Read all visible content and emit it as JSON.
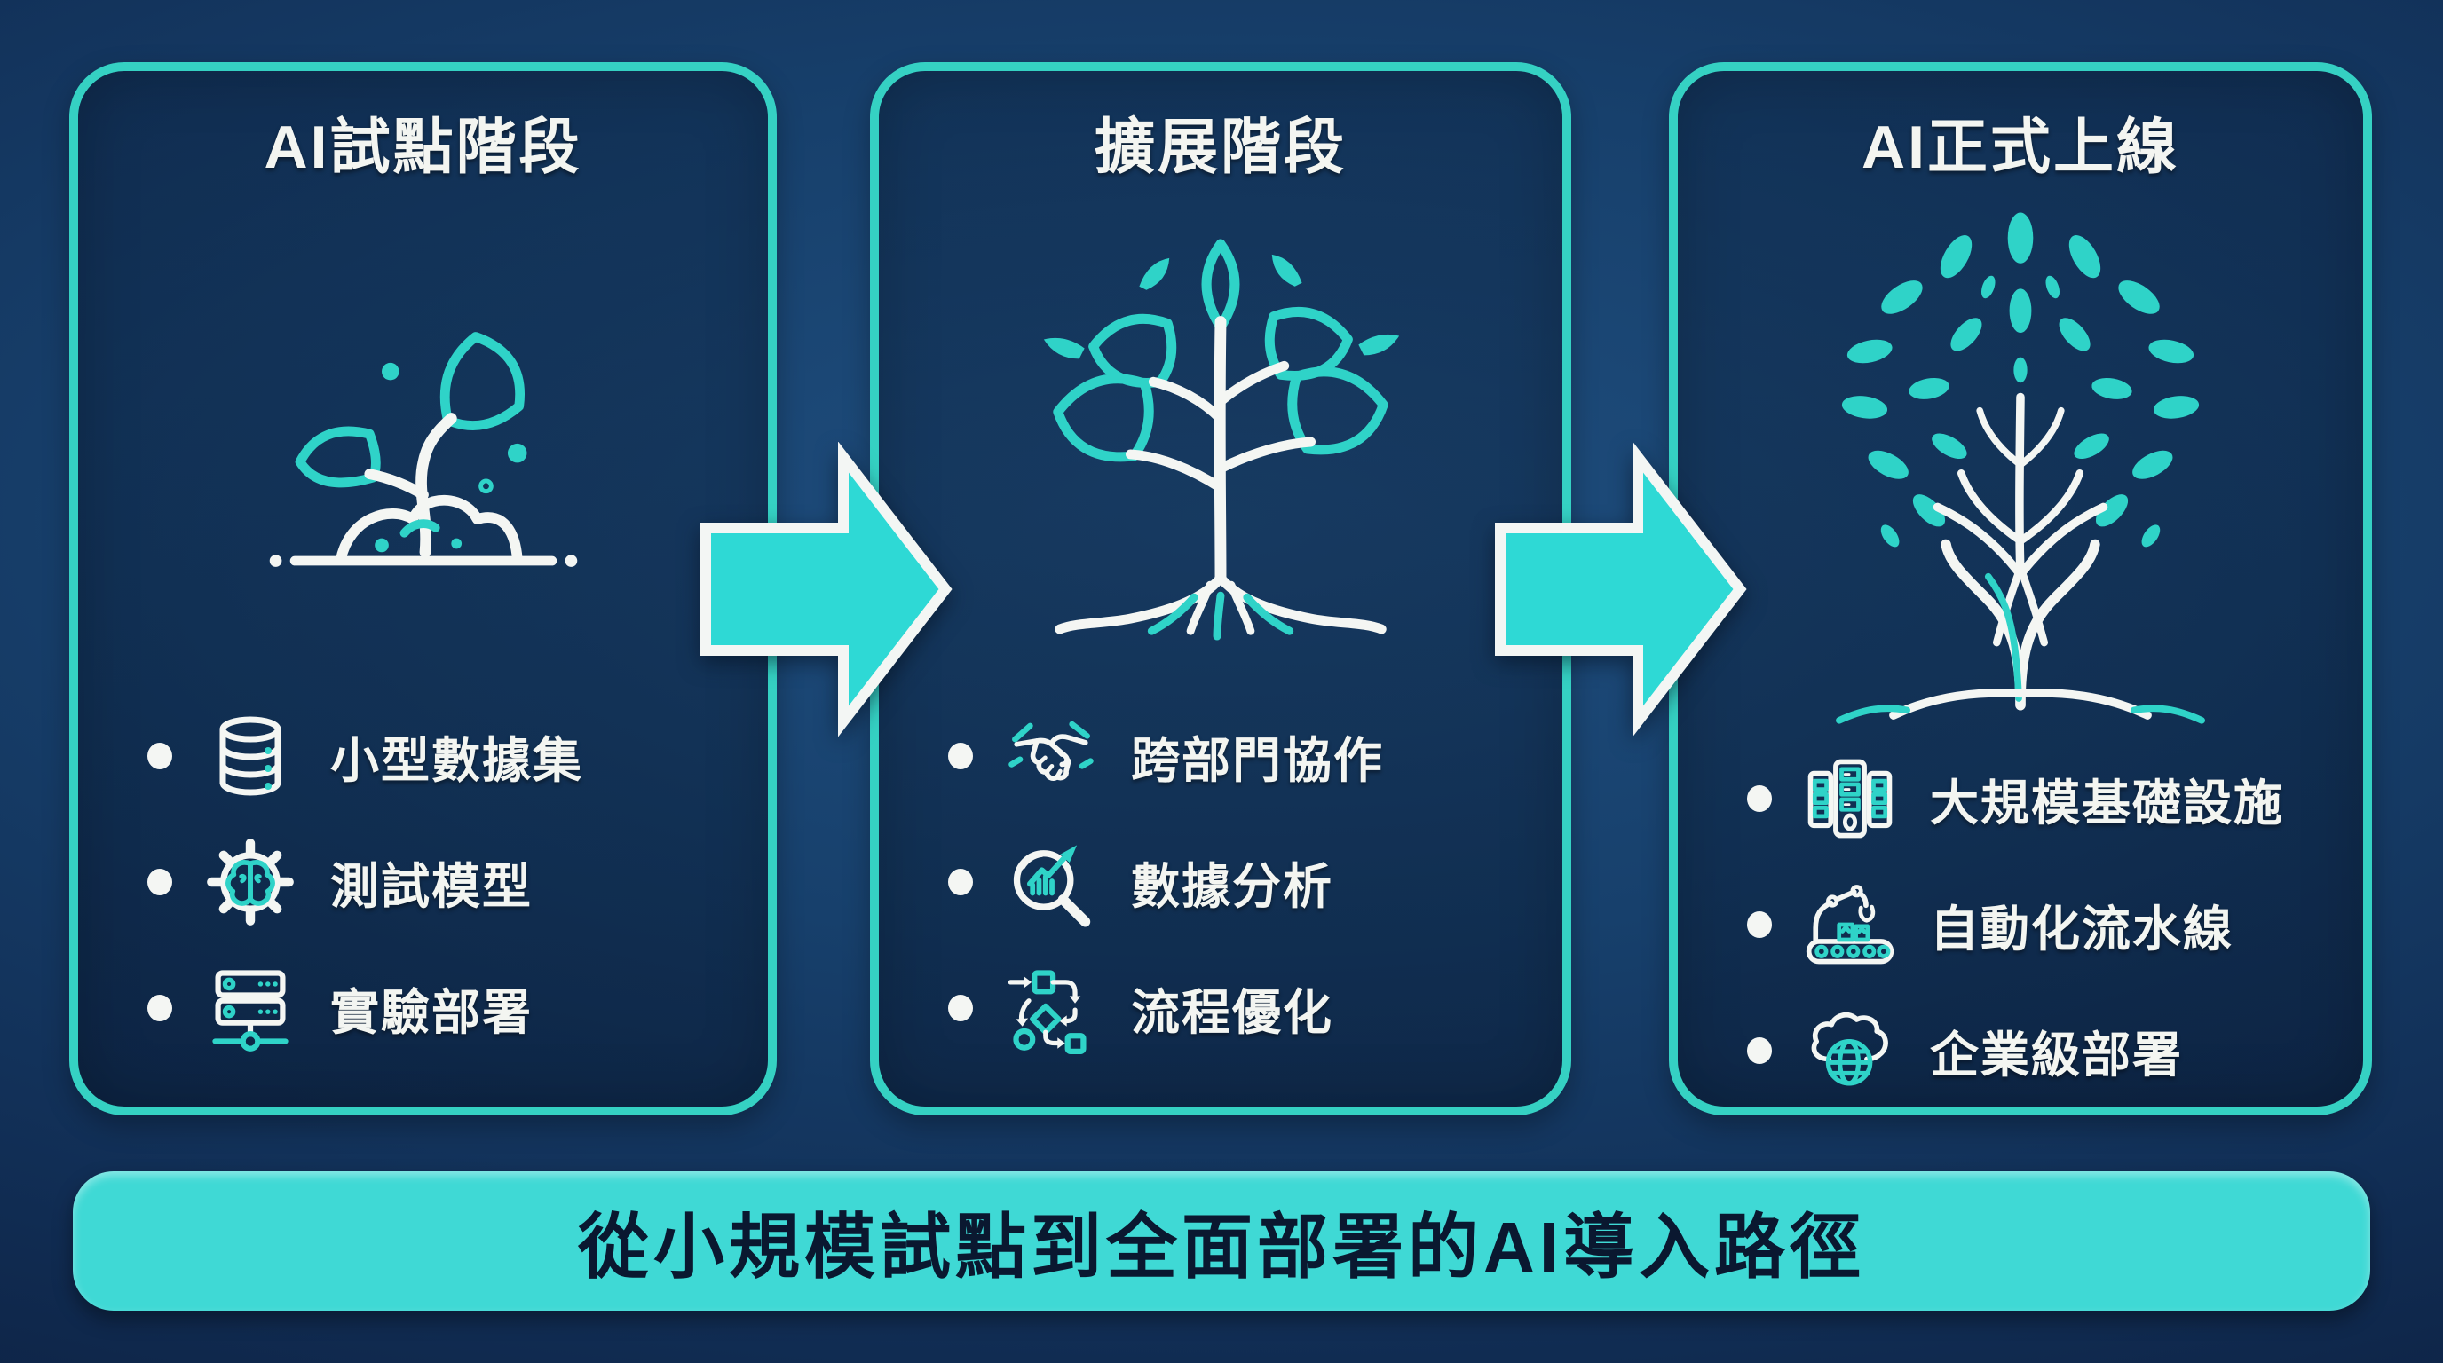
{
  "stages": [
    {
      "title": "AI試點階段",
      "stage_icon": "sprout-icon",
      "items": [
        {
          "icon": "database-icon",
          "label": "小型數據集"
        },
        {
          "icon": "gear-brain-icon",
          "label": "測試模型"
        },
        {
          "icon": "server-network-icon",
          "label": "實驗部署"
        }
      ]
    },
    {
      "title": "擴展階段",
      "stage_icon": "young-tree-icon",
      "items": [
        {
          "icon": "handshake-icon",
          "label": "跨部門協作"
        },
        {
          "icon": "chart-magnifier-icon",
          "label": "數據分析"
        },
        {
          "icon": "flowchart-icon",
          "label": "流程優化"
        }
      ]
    },
    {
      "title": "AI正式上線",
      "stage_icon": "mature-tree-icon",
      "items": [
        {
          "icon": "server-rack-icon",
          "label": "大規模基礎設施"
        },
        {
          "icon": "robot-arm-icon",
          "label": "自動化流水線"
        },
        {
          "icon": "cloud-globe-icon",
          "label": "企業級部署"
        }
      ]
    }
  ],
  "footer": {
    "label": "從小規模試點到全面部署的AI導入路徑"
  },
  "colors": {
    "accent_teal": "#35d1c3",
    "icon_teal": "#2fd3c8",
    "arrow_fill": "#2ed9d5",
    "arrow_outline": "#f3f6f4",
    "background_navy": "#112e55",
    "banner_fill": "#3fd9d5",
    "banner_text": "#0a1830",
    "text_light": "#f3f5f1"
  }
}
